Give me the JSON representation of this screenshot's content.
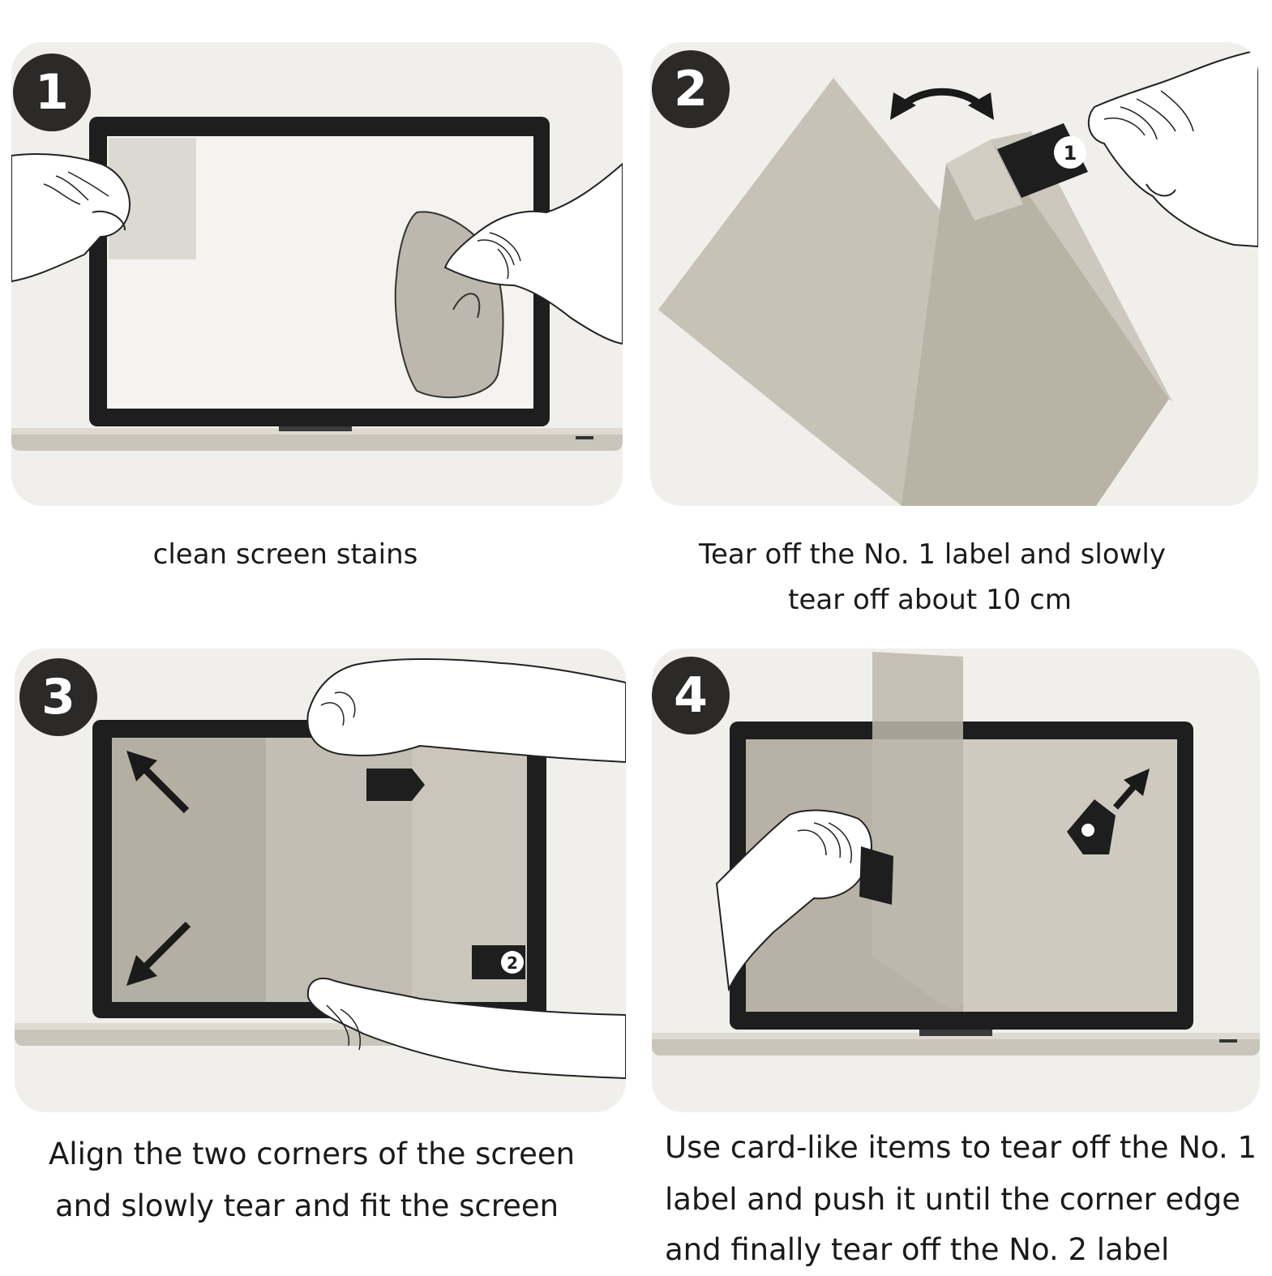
{
  "colors": {
    "panel_bg": "#f0efeb",
    "frame": "#1e1e1e",
    "film": "#bdb8ad",
    "badge_bg": "#2b2a28"
  },
  "steps": [
    {
      "number": "1",
      "caption": "clean screen stains"
    },
    {
      "number": "2",
      "caption_line1": "Tear off the No. 1 label and slowly",
      "caption_line2": "tear off about 10 cm",
      "label_number": "1"
    },
    {
      "number": "3",
      "caption_line1": "Align the two corners of the screen",
      "caption_line2": "and slowly tear and fit the screen",
      "label_number": "2"
    },
    {
      "number": "4",
      "caption_line1": "Use card-like items to tear off the No. 1",
      "caption_line2": "label and push it until the corner edge",
      "caption_line3": "and finally tear off the No. 2 label"
    }
  ],
  "icons": {
    "step1": [
      "laptop-icon",
      "hand-icon",
      "cleaning-cloth-icon"
    ],
    "step2": [
      "film-sheet-icon",
      "double-arrow-icon",
      "hand-icon",
      "tab-label-icon"
    ],
    "step3": [
      "laptop-icon",
      "hand-icon",
      "arrow-icon",
      "tab-label-icon"
    ],
    "step4": [
      "laptop-icon",
      "hand-icon",
      "card-icon",
      "arrow-icon"
    ]
  }
}
